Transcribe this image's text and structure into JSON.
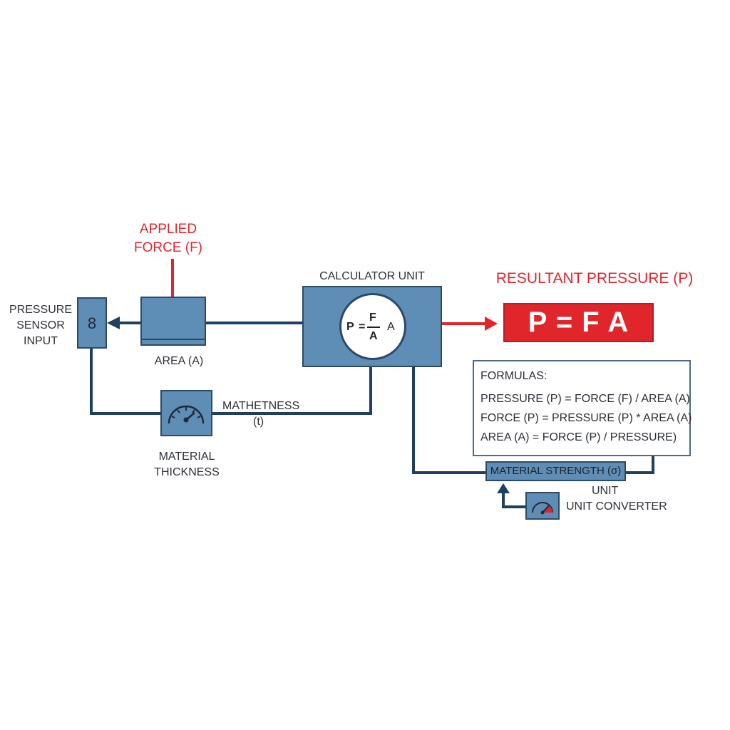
{
  "labels": {
    "applied_force_line1": "APPLIED",
    "applied_force_line2": "FORCE (F)",
    "pressure_sensor_line1": "PRESSURE",
    "pressure_sensor_line2": "SENSOR",
    "pressure_sensor_line3": "INPUT",
    "area": "AREA (A)",
    "calculator_unit": "CALCULATOR UNIT",
    "resultant_pressure": "RESULTANT PRESSURE (P)",
    "mathetness_line1": "MATHETNESS",
    "mathetness_line2": "(t)",
    "material_thickness_line1": "MATERIAL",
    "material_thickness_line2": "THICKNESS",
    "unit": "UNIT",
    "unit_converter": "UNIT CONVERTER"
  },
  "sensor": {
    "digit": "8"
  },
  "calculator": {
    "p": "P",
    "eq": "=",
    "numerator": "F",
    "denominator": "A",
    "trailing": "A"
  },
  "result": {
    "text": "P = F A"
  },
  "formulas": {
    "title": "FORMULAS:",
    "lines": [
      "PRESSURE (P) = FORCE (F) / AREA (A)",
      "FORCE (P) = PRESSURE (P) * AREA (A)",
      "AREA (A) = FORCE (P) / PRESSURE)"
    ]
  },
  "material_strength": {
    "label": "MATERIAL STRENGTH (σ)"
  },
  "colors": {
    "box_fill": "#5e8db6",
    "box_border": "#2c4a66",
    "wire": "#1f3f5f",
    "accent_red": "#e0262b"
  },
  "icons": {
    "sensor": "digit-display-icon",
    "thickness_gauge": "gauge-icon",
    "converter_gauge": "gauge-red-icon"
  }
}
